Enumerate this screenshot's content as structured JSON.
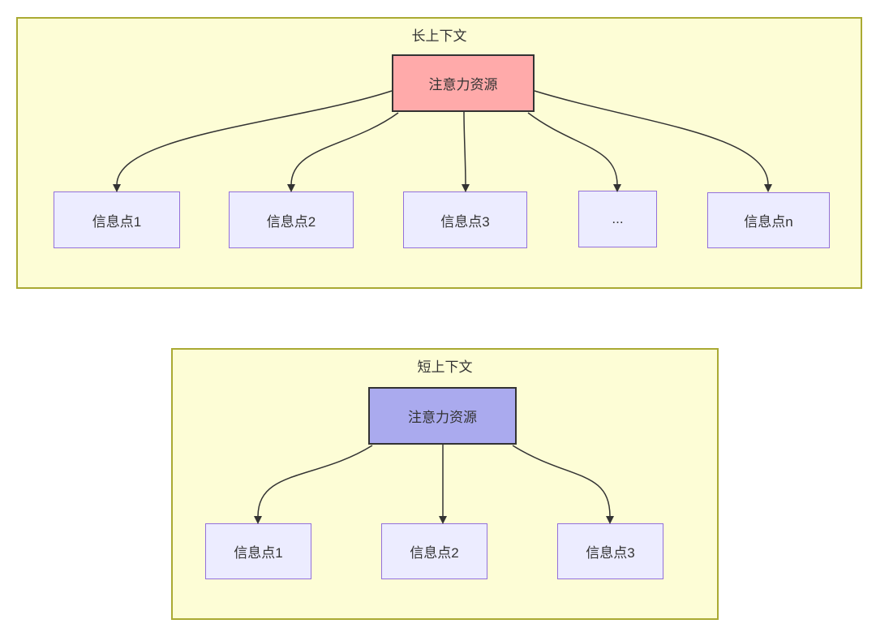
{
  "colors": {
    "cluster_fill": "#FDFDD6",
    "cluster_border": "#AAAA33",
    "node_fill": "#ECECFF",
    "node_border": "#9370DB",
    "attention_long_fill": "#FFAAAA",
    "attention_short_fill": "#AAAAEE",
    "attention_border": "#333333",
    "line": "#333333",
    "text": "#333333"
  },
  "long_context": {
    "title": "长上下文",
    "attention": {
      "label": "注意力资源"
    },
    "nodes": [
      {
        "label": "信息点1"
      },
      {
        "label": "信息点2"
      },
      {
        "label": "信息点3"
      },
      {
        "label": "..."
      },
      {
        "label": "信息点n"
      }
    ]
  },
  "short_context": {
    "title": "短上下文",
    "attention": {
      "label": "注意力资源"
    },
    "nodes": [
      {
        "label": "信息点1"
      },
      {
        "label": "信息点2"
      },
      {
        "label": "信息点3"
      }
    ]
  }
}
